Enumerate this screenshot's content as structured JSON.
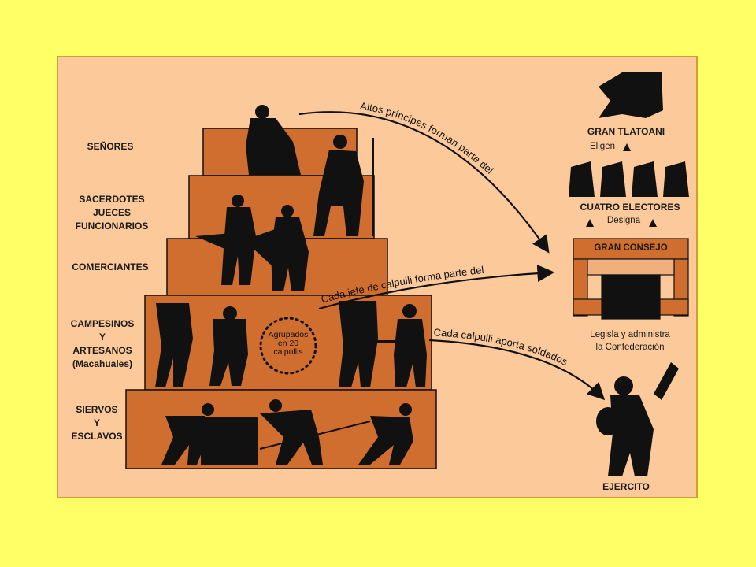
{
  "levels": {
    "senores": "SEÑORES",
    "sacerdotes": [
      "SACERDOTES",
      "JUECES",
      "FUNCIONARIOS"
    ],
    "comerciantes": "COMERCIANTES",
    "campesinos": [
      "CAMPESINOS",
      "Y",
      "ARTESANOS",
      "(Macahuales)"
    ],
    "siervos": [
      "SIERVOS",
      "Y",
      "ESCLAVOS"
    ]
  },
  "calpullis": [
    "Agrupados",
    "en 20",
    "calpullis"
  ],
  "arrows": {
    "altos": "Altos príncipes forman parte del",
    "cada_jefe": "Cada jefe de calpulli forma parte del",
    "cada_calpulli": "Cada calpulli aporta soldados"
  },
  "right": {
    "gran_tlatoani": "GRAN TLATOANI",
    "eligen": "Eligen",
    "cuatro_electores": "CUATRO ELECTORES",
    "designa": "Designa",
    "gran_consejo": "GRAN CONSEJO",
    "legisla": [
      "Legisla y administra",
      "la Confederación"
    ],
    "ejercito": "EJERCITO"
  },
  "colors": {
    "background": "#ffff66",
    "panel": "#fbc99a",
    "pyramid": "#cf6e2f",
    "silhouette": "#111111"
  }
}
